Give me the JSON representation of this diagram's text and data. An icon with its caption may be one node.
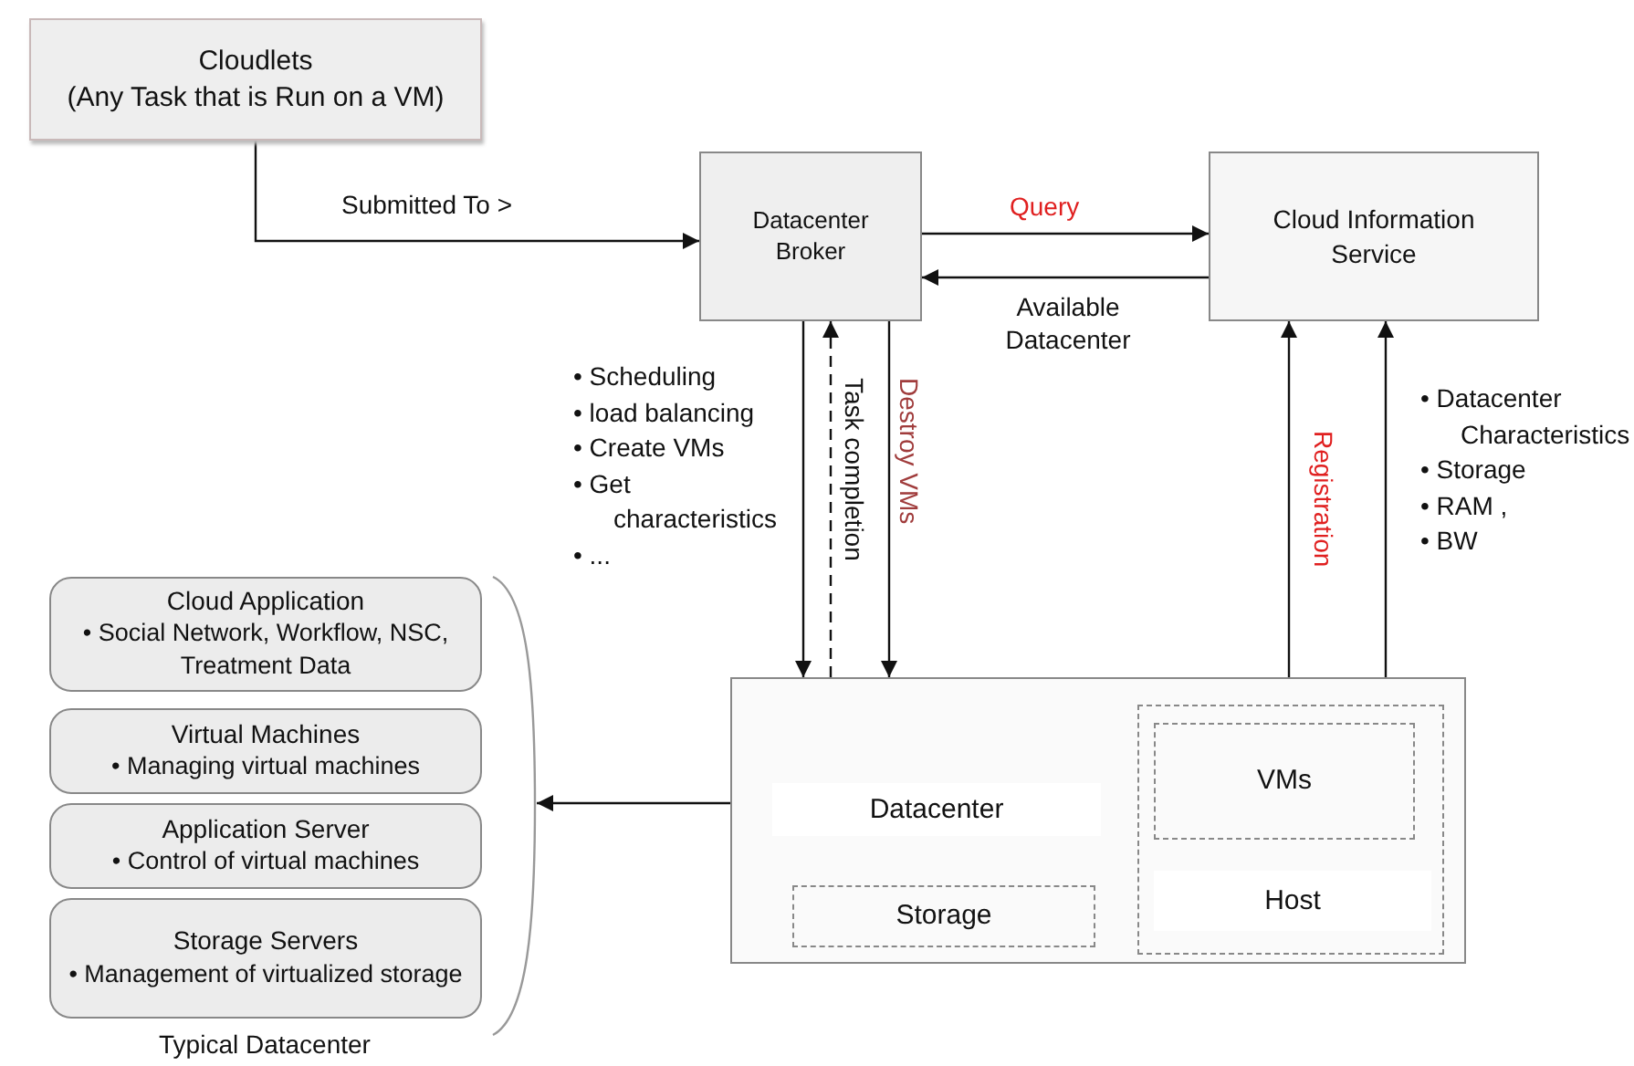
{
  "diagram": {
    "nodes": [
      {
        "text": [
          "Cloudlets",
          "(Any Task that is Run on a VM)"
        ]
      },
      {
        "text": [
          "Datacenter Broker"
        ]
      },
      {
        "text": [
          "Cloud Information Service"
        ]
      },
      {
        "text": [
          "Datacenter"
        ]
      },
      {
        "text": [
          "Storage"
        ],
        "in": 3
      },
      {
        "text": [
          "Host"
        ],
        "in": 3
      },
      {
        "text": [
          "VMs"
        ],
        "in": 5
      },
      {
        "text": [
          "Typical Datacenter"
        ]
      },
      {
        "text": [
          "Cloud Application",
          "• Social Network, Workflow, NSC, Treatment Data"
        ],
        "in": 7
      },
      {
        "text": [
          "Virtual Machines",
          "• Managing virtual machines"
        ],
        "in": 7
      },
      {
        "text": [
          "Application Server",
          "• Control of virtual machines"
        ],
        "in": 7
      },
      {
        "text": [
          "Storage Servers",
          "• Management of virtualized storage"
        ],
        "in": 7
      }
    ],
    "edges": [
      {
        "from": 0,
        "to": 1,
        "arrow": "to",
        "label": "Submitted To >"
      },
      {
        "from": 1,
        "to": 2,
        "arrow": "to",
        "label": "Query"
      },
      {
        "from": 2,
        "to": 1,
        "arrow": "to",
        "label": "Available Datacenter"
      },
      {
        "from": 1,
        "to": 3,
        "arrow": "to"
      },
      {
        "from": 3,
        "to": 1,
        "arrow": "to",
        "label": "Task completion",
        "style": "dashed"
      },
      {
        "from": 1,
        "to": 3,
        "arrow": "to",
        "label": "Destroy VMs"
      },
      {
        "from": 3,
        "to": 2,
        "arrow": "to",
        "label": "Registration"
      },
      {
        "from": 3,
        "to": 2,
        "arrow": "to"
      },
      {
        "from": 3,
        "to": 7,
        "arrow": "to"
      }
    ],
    "labels": [
      "• Scheduling",
      "• load balancing",
      "• Create VMs",
      "• Get characteristics",
      "• ...",
      "• Datacenter Characteristics",
      "• Storage",
      "• RAM ,",
      "• BW"
    ]
  }
}
